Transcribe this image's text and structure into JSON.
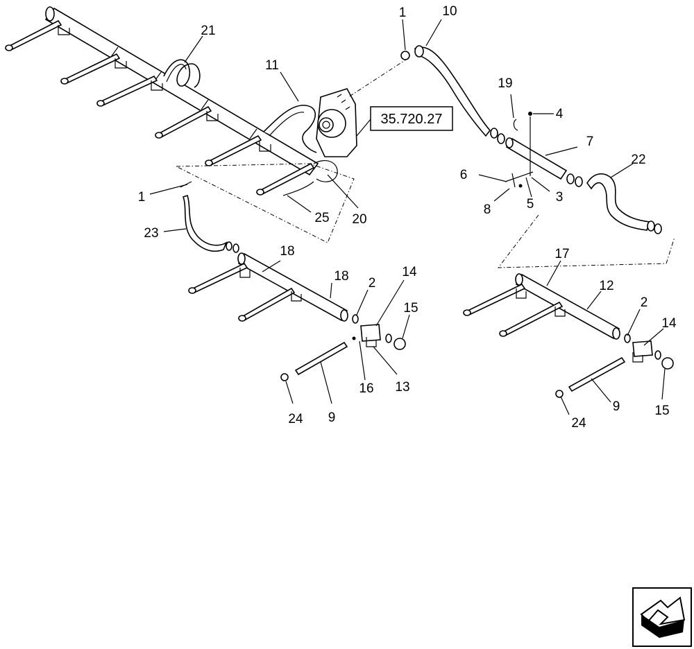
{
  "diagram": {
    "reference_box": "35.720.27",
    "callouts": [
      "1",
      "10",
      "21",
      "11",
      "19",
      "4",
      "7",
      "22",
      "6",
      "3",
      "8",
      "5",
      "1",
      "23",
      "25",
      "20",
      "18",
      "18",
      "2",
      "14",
      "15",
      "16",
      "13",
      "24",
      "9",
      "17",
      "12",
      "2",
      "14",
      "24",
      "9",
      "15"
    ]
  },
  "nav": {
    "icon": "next-page-arrow-icon"
  }
}
